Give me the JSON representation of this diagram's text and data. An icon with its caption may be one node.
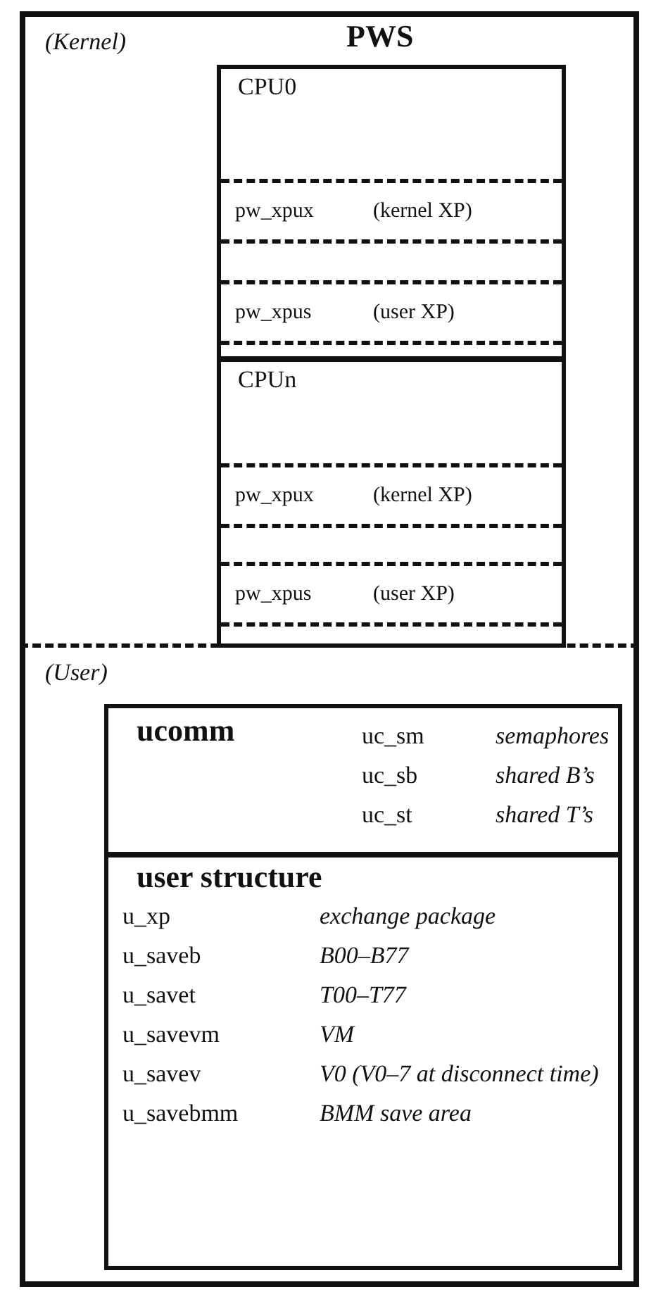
{
  "diagram": {
    "nodes": [
      {
        "text": [
          "(Kernel)",
          "PWS"
        ]
      },
      {
        "text": [
          "CPU0"
        ],
        "in": 0
      },
      {
        "text": [
          "pw_xpux",
          "(kernel XP)"
        ],
        "in": 1
      },
      {
        "text": [
          "pw_xpus",
          "(user XP)"
        ],
        "in": 1
      },
      {
        "text": [
          "CPUn"
        ],
        "in": 0
      },
      {
        "text": [
          "pw_xpux",
          "(kernel XP)"
        ],
        "in": 4
      },
      {
        "text": [
          "pw_xpus",
          "(user XP)"
        ],
        "in": 4
      },
      {
        "text": [
          "(User)"
        ]
      },
      {
        "text": [
          "ucomm",
          "uc_sm",
          "semaphores",
          "uc_sb",
          "shared B’s",
          "uc_st",
          "shared T’s"
        ],
        "in": 7
      },
      {
        "text": [
          "user structure",
          "u_xp",
          "exchange package",
          "u_saveb",
          "B00–B77",
          "u_savet",
          "T00–T77",
          "u_savevm",
          "VM",
          "u_savev",
          "V0 (V0–7 at disconnect time)",
          "u_savebmm",
          "BMM save area"
        ],
        "in": 7
      }
    ],
    "edges": []
  }
}
